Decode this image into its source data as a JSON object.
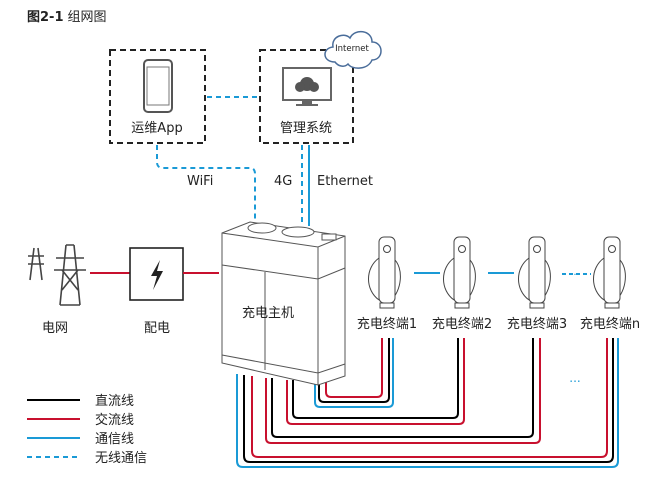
{
  "figure": {
    "number": "图2-1",
    "caption": "组网图"
  },
  "nodes": {
    "app": "运维App",
    "management": "管理系统",
    "internet": "Internet",
    "grid": "电网",
    "distribution": "配电",
    "host": "充电主机",
    "terminals": [
      "充电终端1",
      "充电终端2",
      "充电终端3",
      "充电终端n"
    ],
    "ellipsis": "···",
    "ellipsis_bottom": "..."
  },
  "links": {
    "wifi": "WiFi",
    "g4": "4G",
    "ethernet": "Ethernet"
  },
  "legend": [
    {
      "label": "直流线",
      "color": "#000000",
      "style": "solid"
    },
    {
      "label": "交流线",
      "color": "#c8102e",
      "style": "solid"
    },
    {
      "label": "通信线",
      "color": "#1a9ad6",
      "style": "solid"
    },
    {
      "label": "无线通信",
      "color": "#1a9ad6",
      "style": "dashed"
    }
  ],
  "colors": {
    "dc": "#000000",
    "ac": "#c8102e",
    "comm": "#1a9ad6",
    "outline": "#555555"
  }
}
